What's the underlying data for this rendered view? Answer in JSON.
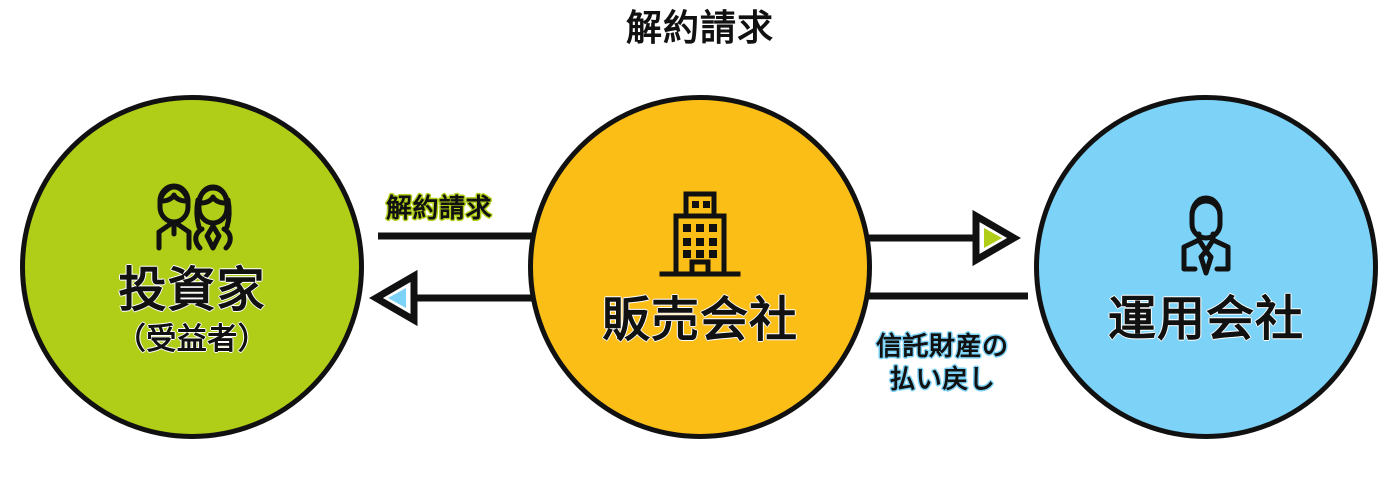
{
  "title": "解約請求",
  "colors": {
    "green": "#B0CE18",
    "orange": "#FBBE17",
    "blue": "#7DD3F7",
    "outline": "#111111",
    "background": "#FFFFFF"
  },
  "nodes": [
    {
      "id": "investor",
      "label": "投資家",
      "sublabel": "（受益者）",
      "fill": "#B0CE18",
      "icon": "two-people-icon"
    },
    {
      "id": "distributor",
      "label": "販売会社",
      "sublabel": "",
      "fill": "#FBBE17",
      "icon": "office-building-icon"
    },
    {
      "id": "asset-manager",
      "label": "運用会社",
      "sublabel": "",
      "fill": "#7DD3F7",
      "icon": "businessperson-icon"
    }
  ],
  "edges": [
    {
      "id": "investor-to-distributor",
      "label": "解約請求",
      "label_color": "#B0CE18",
      "direction": "right",
      "from": "investor",
      "to": "distributor",
      "arrowhead": "none"
    },
    {
      "id": "distributor-to-investor",
      "label": "",
      "direction": "left",
      "from": "distributor",
      "to": "investor",
      "arrowhead": "left-blue-fill"
    },
    {
      "id": "distributor-to-manager",
      "label": "",
      "direction": "right",
      "from": "distributor",
      "to": "asset-manager",
      "arrowhead": "right-green-fill"
    },
    {
      "id": "manager-to-distributor",
      "label": "信託財産の\n払い戻し",
      "label_color": "#7DD3F7",
      "direction": "left",
      "from": "asset-manager",
      "to": "distributor",
      "arrowhead": "none"
    }
  ]
}
